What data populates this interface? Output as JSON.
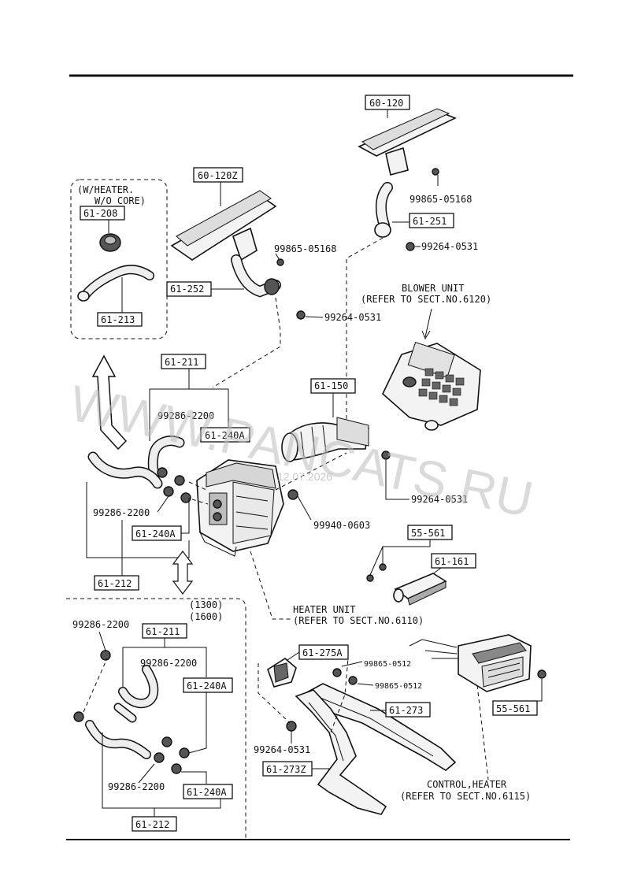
{
  "parts": {
    "p60_120": "60-120",
    "p60_120z": "60-120Z",
    "p61_208": "61-208",
    "p61_213": "61-213",
    "p61_252": "61-252",
    "p61_251": "61-251",
    "p61_211_top": "61-211",
    "p61_240a_top": "61-240A",
    "p61_240a_mid": "61-240A",
    "p61_212_top": "61-212",
    "p61_150": "61-150",
    "p55_561_a": "55-561",
    "p61_161": "61-161",
    "p61_275a": "61-275A",
    "p61_273": "61-273",
    "p61_273z": "61-273Z",
    "p55_561_b": "55-561",
    "p61_211_bot": "61-211",
    "p61_240a_bot1": "61-240A",
    "p61_240a_bot2": "61-240A",
    "p61_212_bot": "61-212"
  },
  "callouts": {
    "c99865_a": "99865-05168",
    "c99865_b": "99865-05168",
    "c99264_a": "99264-0531",
    "c99264_b": "99264-0531",
    "c99264_c": "99264-0531",
    "c99264_d": "99264-0531",
    "c99286_a": "99286-2200",
    "c99286_b": "99286-2200",
    "c99286_c": "99286-2200",
    "c99286_d": "99286-2200",
    "c99286_e": "99286-2200",
    "c99940": "99940-0603",
    "c99865_0512_a": "99865-0512",
    "c99865_0512_b": "99865-0512"
  },
  "notes": {
    "wheater_1": "(W/HEATER.",
    "wheater_2": "W/O CORE)",
    "blower_1": "BLOWER UNIT",
    "blower_2": "(REFER TO SECT.NO.6120)",
    "heater_1": "HEATER UNIT",
    "heater_2": "(REFER TO SECT.NO.6110)",
    "control_1": "CONTROL,HEATER",
    "control_2": "(REFER TO SECT.NO.6115)",
    "engine_1": "(1300)",
    "engine_2": "(1600)"
  },
  "watermark": {
    "text": "WWW.PANCATS.RU",
    "date": "12.07.2026"
  }
}
